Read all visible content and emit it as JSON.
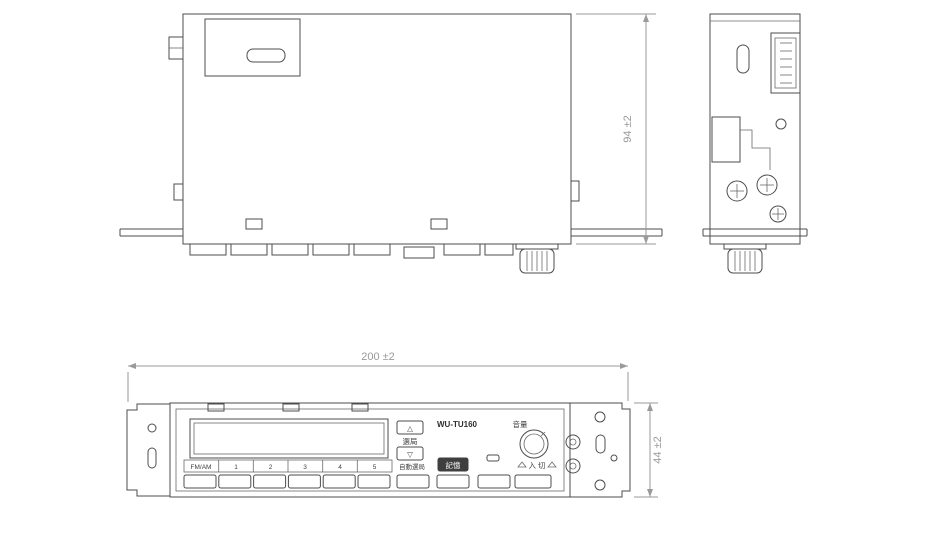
{
  "dimensions": {
    "height_label": "94 ±2",
    "width_label": "200 ±2",
    "front_height_label": "44 ±2"
  },
  "front_panel": {
    "model": "WU-TU160",
    "volume_label": "音量",
    "tuning_label": "選局",
    "up_symbol": "△",
    "down_symbol": "▽",
    "auto_tuning_label": "自動選局",
    "memory_label": "記憶",
    "power_label": "入 切",
    "preset_buttons": [
      "FM/AM",
      "1",
      "2",
      "3",
      "4",
      "5"
    ]
  },
  "colors": {
    "line": "#4d4d4d",
    "dimension": "#9a9a9a",
    "button_fill": "#3f3f3f"
  }
}
